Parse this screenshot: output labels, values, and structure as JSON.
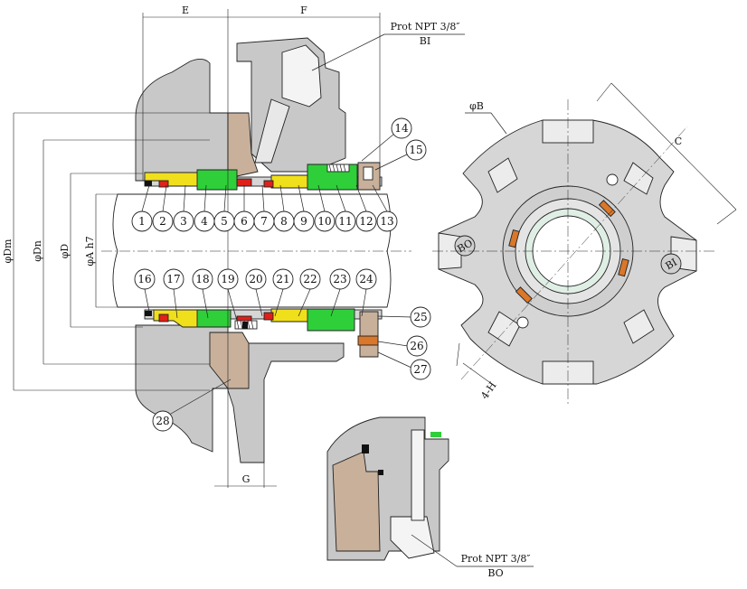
{
  "dimensions": {
    "E": "E",
    "F": "F",
    "G": "G",
    "phi_B": "φB",
    "C": "C",
    "four_H": "4-H",
    "phi_Dm": "φDm",
    "phi_Dn": "φDn",
    "phi_D": "φD",
    "phi_A_h7": "φA h7"
  },
  "ports": {
    "top_label": "Prot NPT 3/8″",
    "top_code": "BI",
    "bottom_label": "Prot NPT 3/8″",
    "bottom_code": "BO"
  },
  "end_view_marks": {
    "left": "BO",
    "right": "BI"
  },
  "balloons": [
    "1",
    "2",
    "3",
    "4",
    "5",
    "6",
    "7",
    "8",
    "9",
    "10",
    "11",
    "12",
    "13",
    "14",
    "15",
    "16",
    "17",
    "18",
    "19",
    "20",
    "21",
    "22",
    "23",
    "24",
    "25",
    "26",
    "27",
    "28"
  ],
  "colors": {
    "housing": "#c8c8c8",
    "gland": "#c8b09a",
    "sleeve": "#d6d6d6",
    "yellow_part": "#f0e01c",
    "green_part": "#2fcf3a",
    "red_part": "#e0201a",
    "orange_part": "#d9772a",
    "shaft": "#ffffff"
  }
}
